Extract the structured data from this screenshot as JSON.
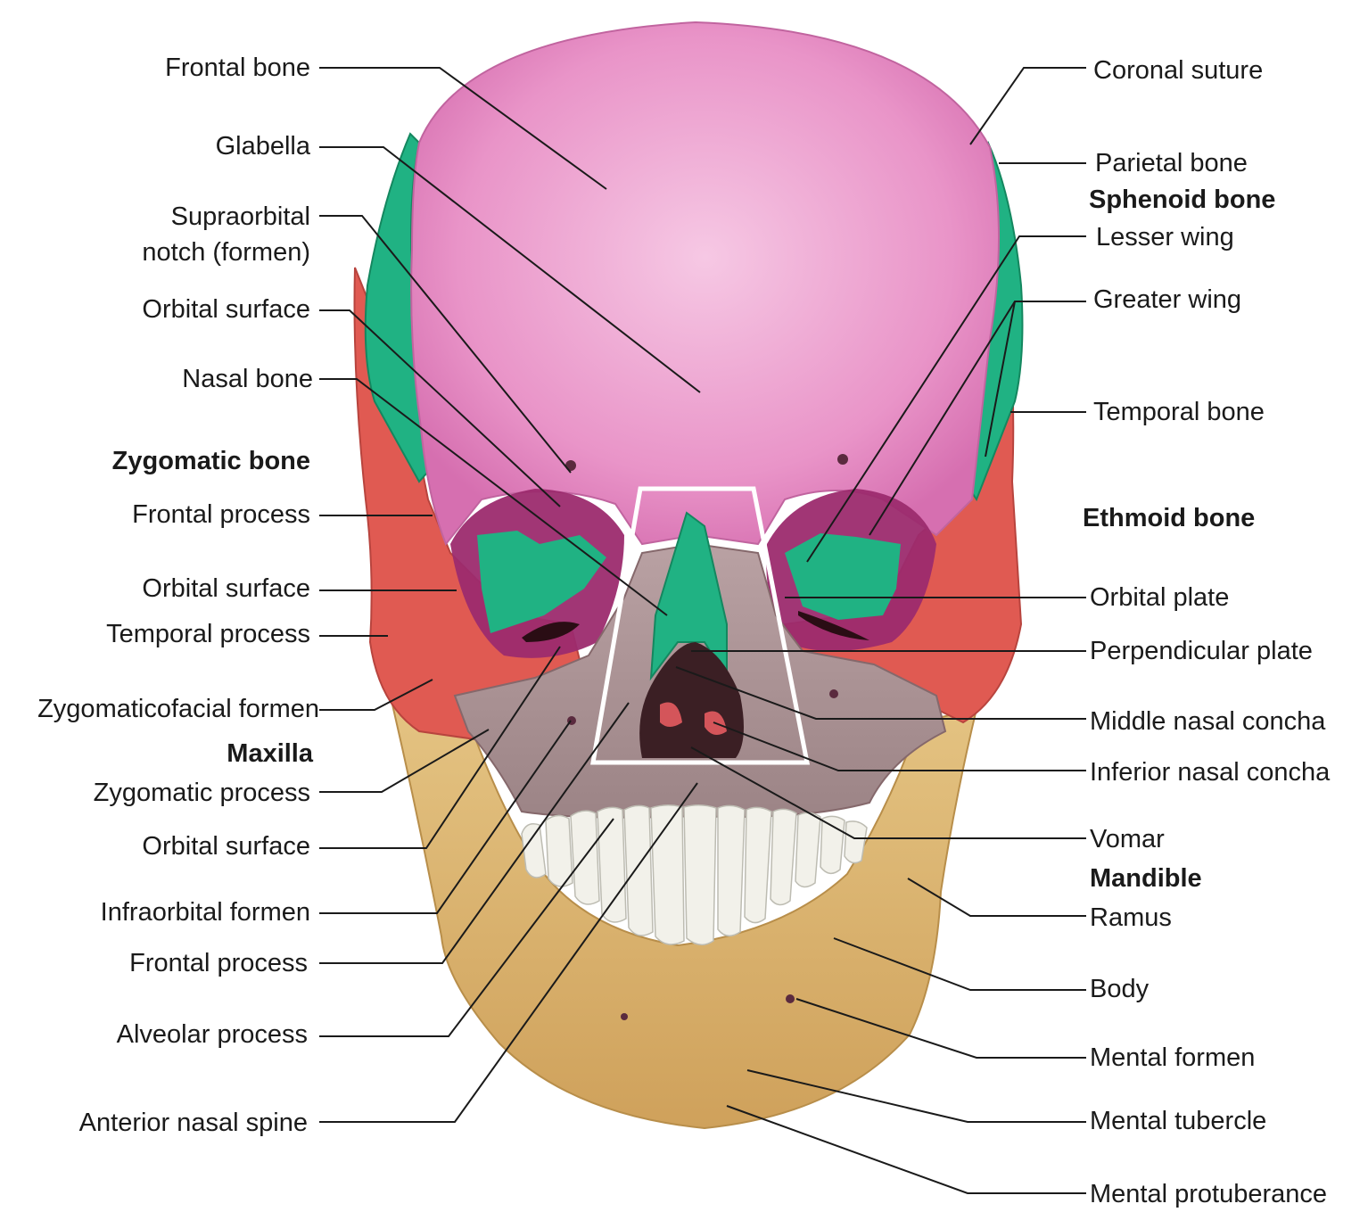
{
  "left_labels": {
    "frontal_bone": "Frontal bone",
    "glabella": "Glabella",
    "supraorbital_1": "Supraorbital",
    "supraorbital_2": "notch (formen)",
    "orbital_surface_frontal": "Orbital surface",
    "nasal_bone": "Nasal bone",
    "zygomatic_bone": "Zygomatic bone",
    "zyg_frontal_process": "Frontal process",
    "zyg_orbital_surface": "Orbital surface",
    "zyg_temporal_process": "Temporal process",
    "zygomaticofacial": "Zygomaticofacial formen",
    "maxilla": "Maxilla",
    "max_zygomatic_process": "Zygomatic process",
    "max_orbital_surface": "Orbital surface",
    "infraorbital": "Infraorbital formen",
    "max_frontal_process": "Frontal process",
    "alveolar_process": "Alveolar process",
    "anterior_nasal_spine": "Anterior nasal spine"
  },
  "right_labels": {
    "coronal_suture": "Coronal suture",
    "parietal_bone": "Parietal bone",
    "sphenoid_bone": "Sphenoid bone",
    "lesser_wing": "Lesser wing",
    "greater_wing": "Greater wing",
    "temporal_bone": "Temporal bone",
    "ethmoid_bone": "Ethmoid bone",
    "orbital_plate": "Orbital plate",
    "perpendicular_plate": "Perpendicular plate",
    "middle_nasal_concha": "Middle nasal concha",
    "inferior_nasal_concha": "Inferior nasal concha",
    "vomar": "Vomar",
    "mandible": "Mandible",
    "ramus": "Ramus",
    "body": "Body",
    "mental_formen": "Mental formen",
    "mental_tubercle": "Mental tubercle",
    "mental_protuberance": "Mental protuberance"
  },
  "colors": {
    "frontal": "#e58cc4",
    "sphenoid": "#20b283",
    "zygomatic_temporal": "#e05a52",
    "maxilla": "#a89092",
    "mandible": "#d8b06a",
    "teeth": "#f2f1ea",
    "leader": "#1a1a1a"
  }
}
